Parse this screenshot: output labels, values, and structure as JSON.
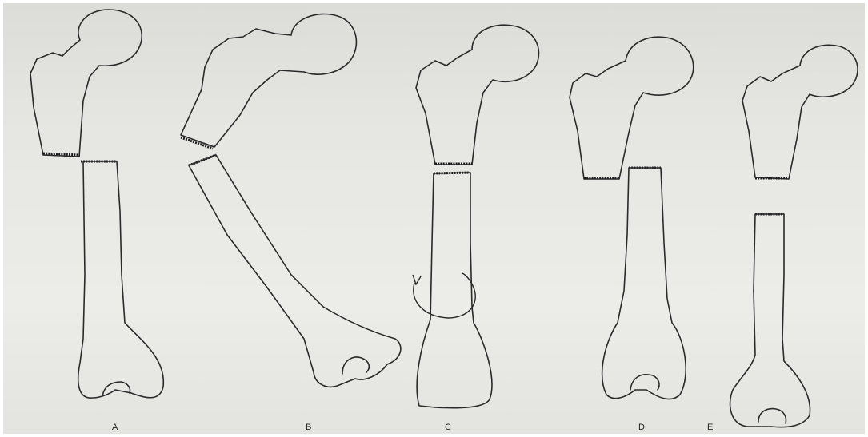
{
  "figure": {
    "panels": [
      {
        "id": "A",
        "label": "A"
      },
      {
        "id": "B",
        "label": "B"
      },
      {
        "id": "C",
        "label": "C"
      },
      {
        "id": "D",
        "label": "D"
      },
      {
        "id": "E",
        "label": "E"
      }
    ]
  }
}
